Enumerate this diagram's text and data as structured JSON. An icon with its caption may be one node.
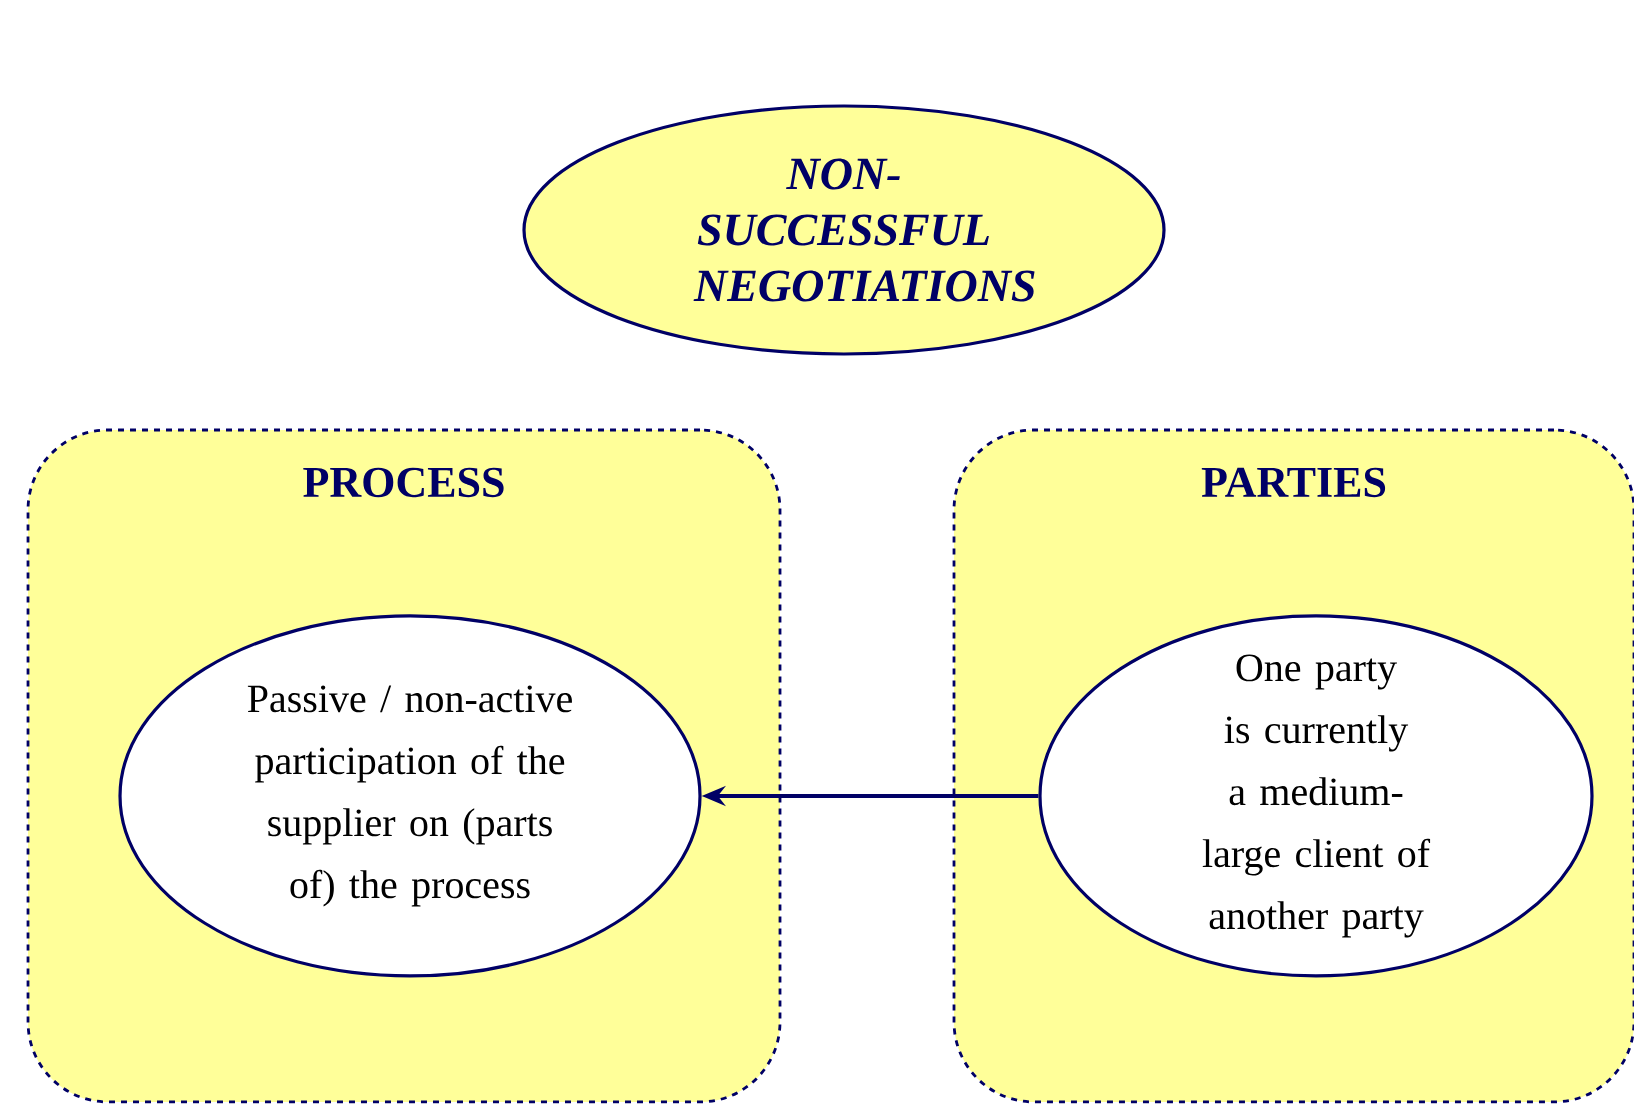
{
  "diagram": {
    "nodes": [
      {
        "text": [
          "NON-SUCCESSFUL NEGOTIATIONS"
        ]
      },
      {
        "text": [
          "PROCESS"
        ]
      },
      {
        "text": [
          "Passive / non-active participation of the supplier on (parts of) the process"
        ],
        "in": 1
      },
      {
        "text": [
          "PARTIES"
        ]
      },
      {
        "text": [
          "One party is currently a medium-large client of another party"
        ],
        "in": 3
      }
    ],
    "edges": [
      {
        "from": 4,
        "to": 2,
        "arrow": "to"
      }
    ]
  }
}
